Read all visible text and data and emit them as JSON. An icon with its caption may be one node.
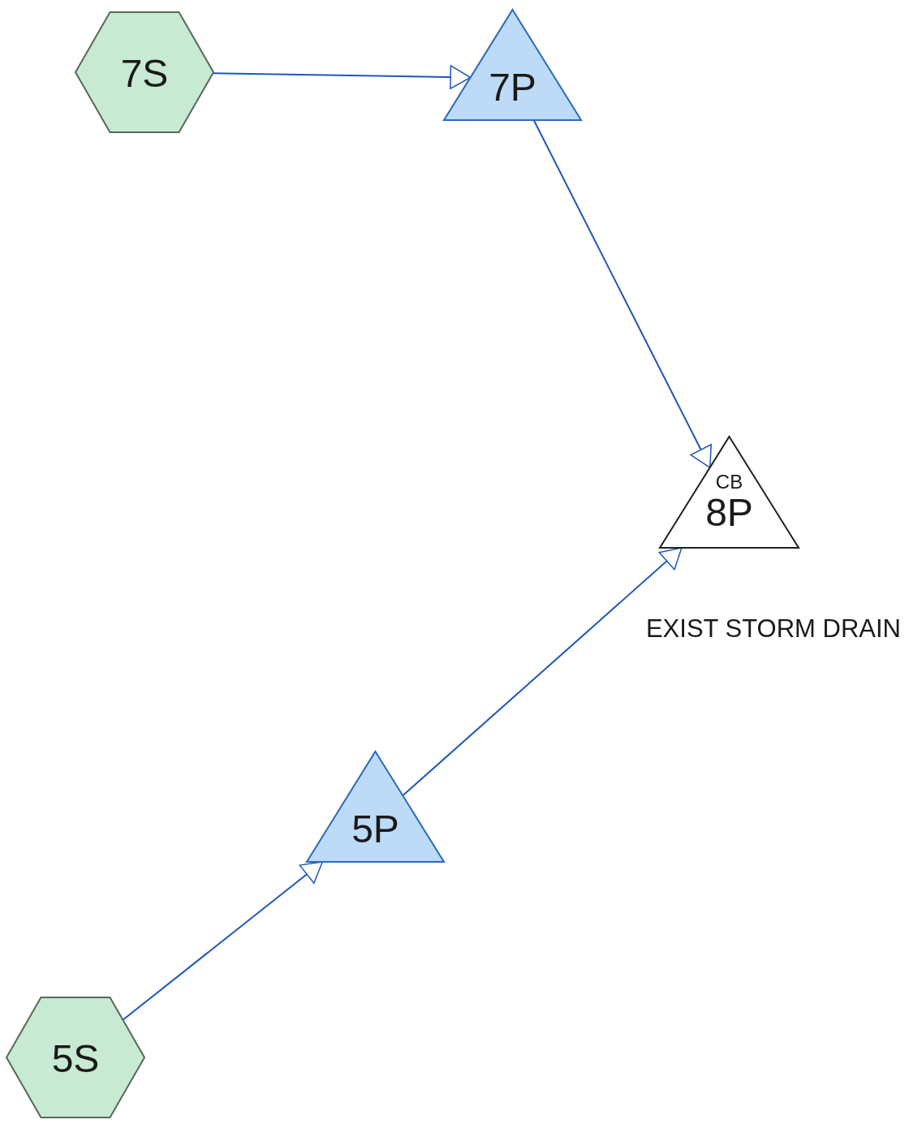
{
  "diagram": {
    "nodes": [
      {
        "text": [
          "7S"
        ]
      },
      {
        "text": [
          "7P"
        ]
      },
      {
        "text": [
          "CB",
          "8P"
        ],
        "beside": [
          "EXIST STORM DRAIN"
        ]
      },
      {
        "text": [
          "5P"
        ]
      },
      {
        "text": [
          "5S"
        ]
      }
    ],
    "edges": [
      {
        "from": 0,
        "to": 1,
        "arrow": "to"
      },
      {
        "from": 1,
        "to": 2,
        "arrow": "to"
      },
      {
        "from": 3,
        "to": 2,
        "arrow": "to"
      },
      {
        "from": 4,
        "to": 3,
        "arrow": "to"
      }
    ]
  }
}
